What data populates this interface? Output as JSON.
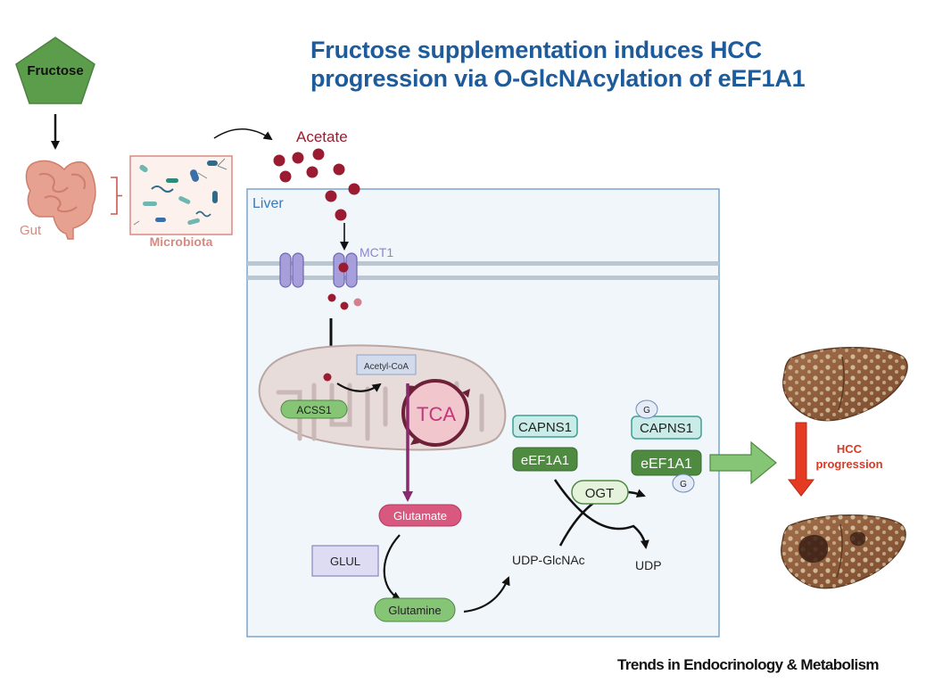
{
  "title": "Fructose supplementation induces HCC progression via O-GlcNAcylation of eEF1A1",
  "nodes": {
    "fructose": "Fructose",
    "gut": "Gut",
    "microbiota": "Microbiota",
    "acetate": "Acetate",
    "liver": "Liver",
    "mct1": "MCT1",
    "acetyl_coa": "Acetyl-CoA",
    "acss1": "ACSS1",
    "tca": "TCA",
    "glutamate": "Glutamate",
    "glul": "GLUL",
    "glutamine": "Glutamine",
    "udp_glcnac": "UDP-GlcNAc",
    "udp": "UDP",
    "ogt": "OGT",
    "capns1_left": "CAPNS1",
    "eef1a1_left": "eEF1A1",
    "capns1_right": "CAPNS1",
    "eef1a1_right": "eEF1A1",
    "g_top": "G",
    "g_bottom": "G",
    "hcc_line1": "HCC",
    "hcc_line2": "progression"
  },
  "colors": {
    "title": "#1d5b9a",
    "acetate": "#9b1b30",
    "liver_border": "#7aa6cc",
    "liver_fill": "#f1f6fb",
    "mct1": "#8b86c9",
    "tca": "#c0397a",
    "glutamate": "#d8587f",
    "green_label": "#86c476",
    "dark_green": "#4f8a41",
    "teal_box": "#c9ece8",
    "hcc_red": "#d93a25",
    "gut_label": "#d98a80"
  },
  "footer": "Trends in Endocrinology & Metabolism"
}
